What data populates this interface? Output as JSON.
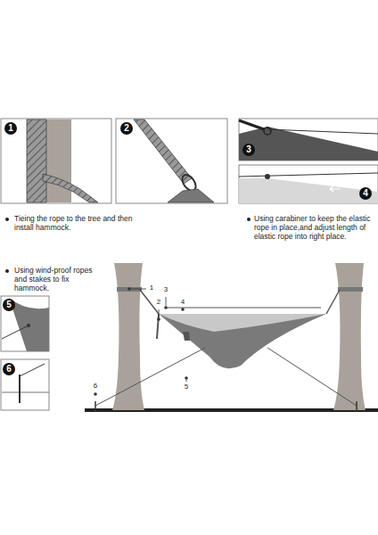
{
  "diagram": {
    "labels": [
      "1",
      "2",
      "3",
      "4",
      "Tieing the rope to the tree and then install hammock.",
      "Using carabiner to keep the elastic rope in place,and adjust length of elastic rope into right place.",
      "Using wind-proof ropes and stakes to fix hammock.",
      "5",
      "6",
      "1",
      "2",
      "3",
      "4",
      "6",
      "5"
    ]
  }
}
